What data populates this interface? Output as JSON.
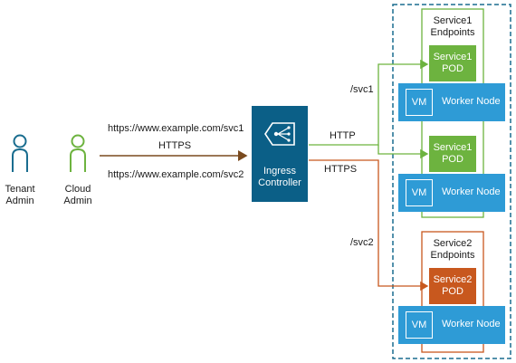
{
  "actors": {
    "tenant_admin": {
      "line1": "Tenant",
      "line2": "Admin",
      "color": "#1a6d8f"
    },
    "cloud_admin": {
      "line1": "Cloud",
      "line2": "Admin",
      "color": "#6db33f"
    }
  },
  "requests": {
    "url_svc1": "https://www.example.com/svc1",
    "protocol": "HTTPS",
    "url_svc2": "https://www.example.com/svc2"
  },
  "ingress": {
    "line1": "Ingress",
    "line2": "Controller",
    "color": "#0b5f87"
  },
  "routes": {
    "svc1_path": "/svc1",
    "svc1_protocol": "HTTP",
    "svc2_protocol": "HTTPS",
    "svc2_path": "/svc2"
  },
  "endpoints": {
    "service1": {
      "line1": "Service1",
      "line2": "Endpoints",
      "color": "#6db33f"
    },
    "service2": {
      "line1": "Service2",
      "line2": "Endpoints",
      "color": "#c8581e"
    }
  },
  "pods": [
    {
      "line1": "Service1",
      "line2": "POD",
      "color": "#6db33f"
    },
    {
      "line1": "Service1",
      "line2": "POD",
      "color": "#6db33f"
    },
    {
      "line1": "Service2",
      "line2": "POD",
      "color": "#c8581e"
    }
  ],
  "workers": [
    {
      "vm": "VM",
      "label": "Worker Node"
    },
    {
      "vm": "VM",
      "label": "Worker Node"
    },
    {
      "vm": "VM",
      "label": "Worker Node"
    }
  ],
  "colors": {
    "cluster_border": "#1a6d8f",
    "request_arrow": "#7a4a1e",
    "svc1_arrow": "#6db33f",
    "svc2_arrow": "#c8581e",
    "worker_fill": "#2e9bd6"
  }
}
